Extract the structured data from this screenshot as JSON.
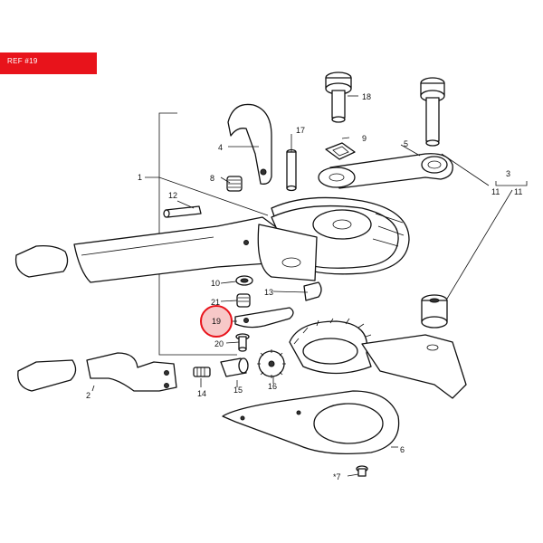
{
  "banner": {
    "text": "REF #19",
    "color": "#e8131b"
  },
  "highlight": {
    "label": "19",
    "color": "#e8131b"
  },
  "callouts": {
    "c1": "1",
    "c2": "2",
    "c3": "3",
    "c4": "4",
    "c5": "5",
    "c6": "6",
    "c7": "*7",
    "c8": "8",
    "c9": "9",
    "c10": "10",
    "c11a": "11",
    "c11b": "11",
    "c12": "12",
    "c13": "13",
    "c14": "14",
    "c15": "15",
    "c16": "16",
    "c17": "17",
    "c18": "18",
    "c20": "20",
    "c21": "21"
  }
}
